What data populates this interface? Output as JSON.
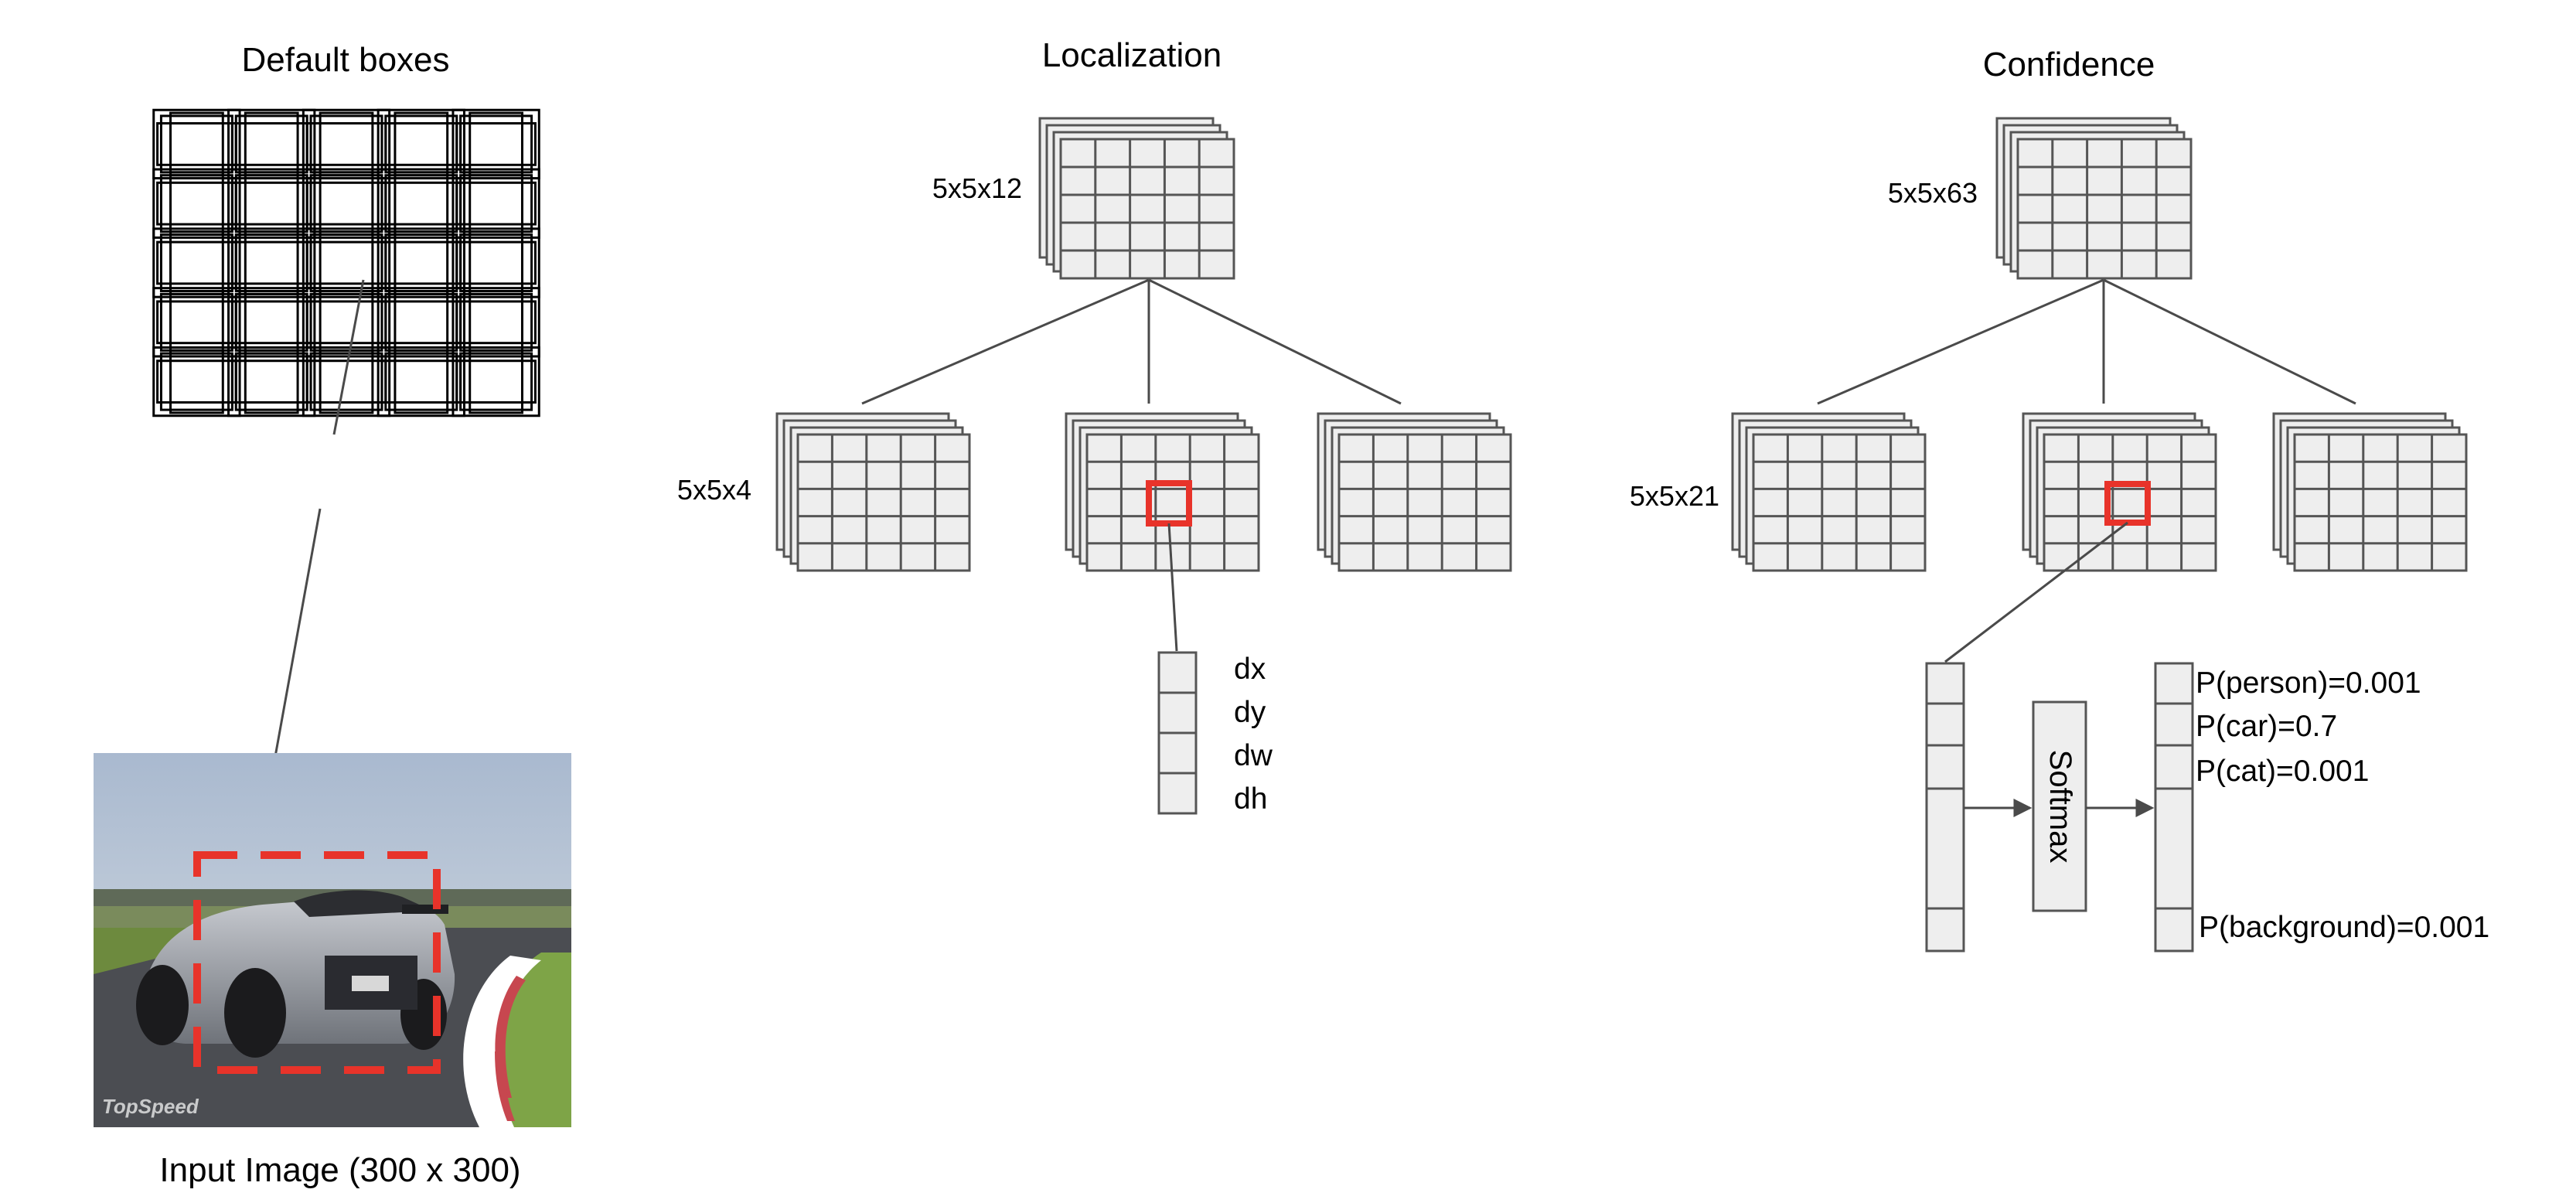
{
  "titles": {
    "default_boxes": "Default boxes",
    "localization": "Localization",
    "confidence": "Confidence"
  },
  "caption": "Input Image (300 x 300)",
  "watermark": "TopSpeed",
  "localization": {
    "top_label": "5x5x12",
    "branch_label": "5x5x4",
    "offsets": [
      "dx",
      "dy",
      "dw",
      "dh"
    ]
  },
  "confidence": {
    "top_label": "5x5x63",
    "branch_label": "5x5x21",
    "softmax_label": "Softmax",
    "probabilities": [
      "P(person)=0.001",
      "P(car)=0.7",
      "P(cat)=0.001",
      "P(background)=0.001"
    ]
  },
  "colors": {
    "highlight": "#e8332a",
    "cell_fill": "#eeeeee",
    "cell_stroke": "#555555"
  }
}
